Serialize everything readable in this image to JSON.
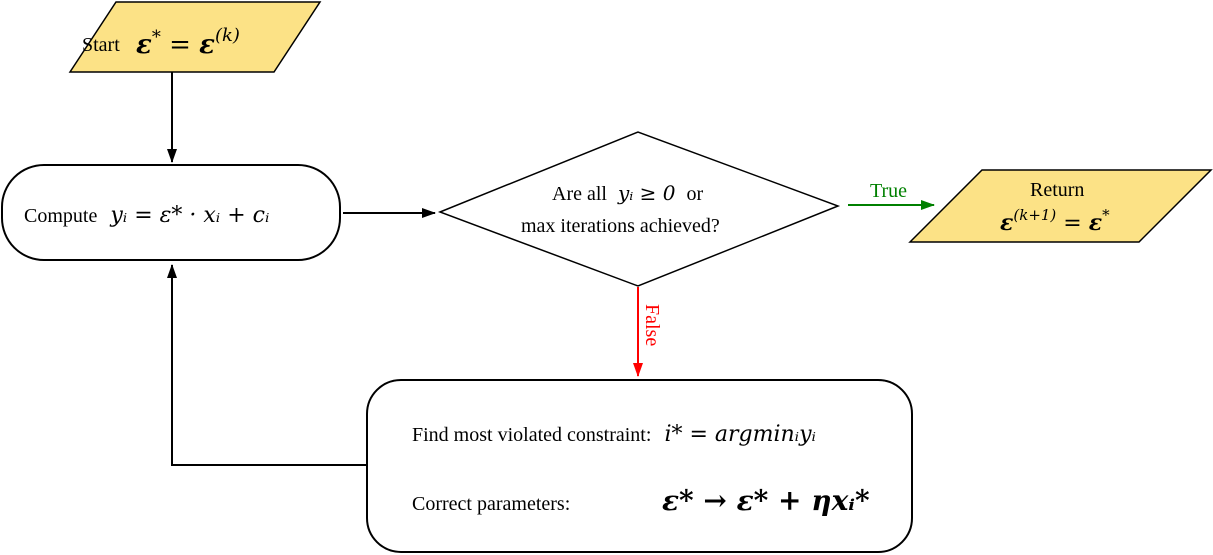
{
  "colors": {
    "io_fill": "#fce286",
    "true_edge": "#008000",
    "false_edge": "#ff0000",
    "stroke": "#000000"
  },
  "nodes": {
    "start": {
      "text": "Start",
      "math_lhs": "ε",
      "math_sup": "*",
      "math_eq": " = ",
      "math_rhs": "ε",
      "math_rhs_sup": "(k)"
    },
    "compute": {
      "text": "Compute",
      "math": "yᵢ = ε* · xᵢ + cᵢ"
    },
    "decision": {
      "line1_text": "Are all",
      "line1_math": "yᵢ ≥ 0",
      "line1_tail": "or",
      "line2": "max iterations achieved?"
    },
    "return": {
      "line1": "Return",
      "math_lhs": "ε",
      "math_lhs_sup": "(k+1)",
      "math_eq": " = ",
      "math_rhs": "ε",
      "math_rhs_sup": "*"
    },
    "correct": {
      "line1_text": "Find most violated constraint:",
      "line1_math": "i* = argminᵢyᵢ",
      "line2_text": "Correct parameters:",
      "line2_math": "ε* → ε* + ηxᵢ*"
    }
  },
  "edges": {
    "true_label": "True",
    "false_label": "False"
  }
}
